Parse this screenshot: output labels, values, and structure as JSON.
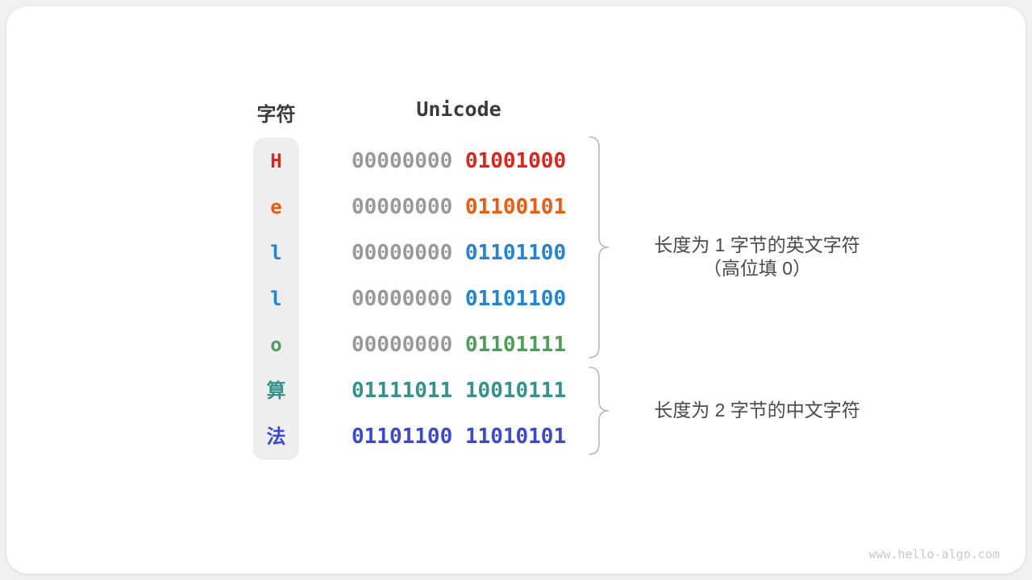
{
  "table": {
    "headers": {
      "char": "字符",
      "unicode": "Unicode"
    },
    "rows": [
      {
        "char": "H",
        "char_color": "#e2231a",
        "segments": [
          {
            "text": "00000000",
            "color": "#999999"
          },
          {
            "text": "01001000",
            "color": "#e2231a"
          }
        ]
      },
      {
        "char": "e",
        "char_color": "#ef5a10",
        "segments": [
          {
            "text": "00000000",
            "color": "#999999"
          },
          {
            "text": "01100101",
            "color": "#ef5a10"
          }
        ]
      },
      {
        "char": "l",
        "char_color": "#2084d8",
        "segments": [
          {
            "text": "00000000",
            "color": "#999999"
          },
          {
            "text": "01101100",
            "color": "#2084d8"
          }
        ]
      },
      {
        "char": "l",
        "char_color": "#2084d8",
        "segments": [
          {
            "text": "00000000",
            "color": "#999999"
          },
          {
            "text": "01101100",
            "color": "#2084d8"
          }
        ]
      },
      {
        "char": "o",
        "char_color": "#4f9e55",
        "segments": [
          {
            "text": "00000000",
            "color": "#999999"
          },
          {
            "text": "01101111",
            "color": "#4f9e55"
          }
        ]
      },
      {
        "char": "算",
        "char_color": "#35928a",
        "segments": [
          {
            "text": "01111011",
            "color": "#35928a"
          },
          {
            "text": "10010111",
            "color": "#35928a"
          }
        ]
      },
      {
        "char": "法",
        "char_color": "#3a48d6",
        "segments": [
          {
            "text": "01101100",
            "color": "#3a48d6"
          },
          {
            "text": "11010101",
            "color": "#3a48d6"
          }
        ]
      }
    ]
  },
  "annotations": [
    {
      "lines": [
        "长度为 1 字节的英文字符",
        "（高位填 0）"
      ]
    },
    {
      "lines": [
        "长度为 2 字节的中文字符"
      ]
    }
  ],
  "watermark": "www.hello-algo.com"
}
